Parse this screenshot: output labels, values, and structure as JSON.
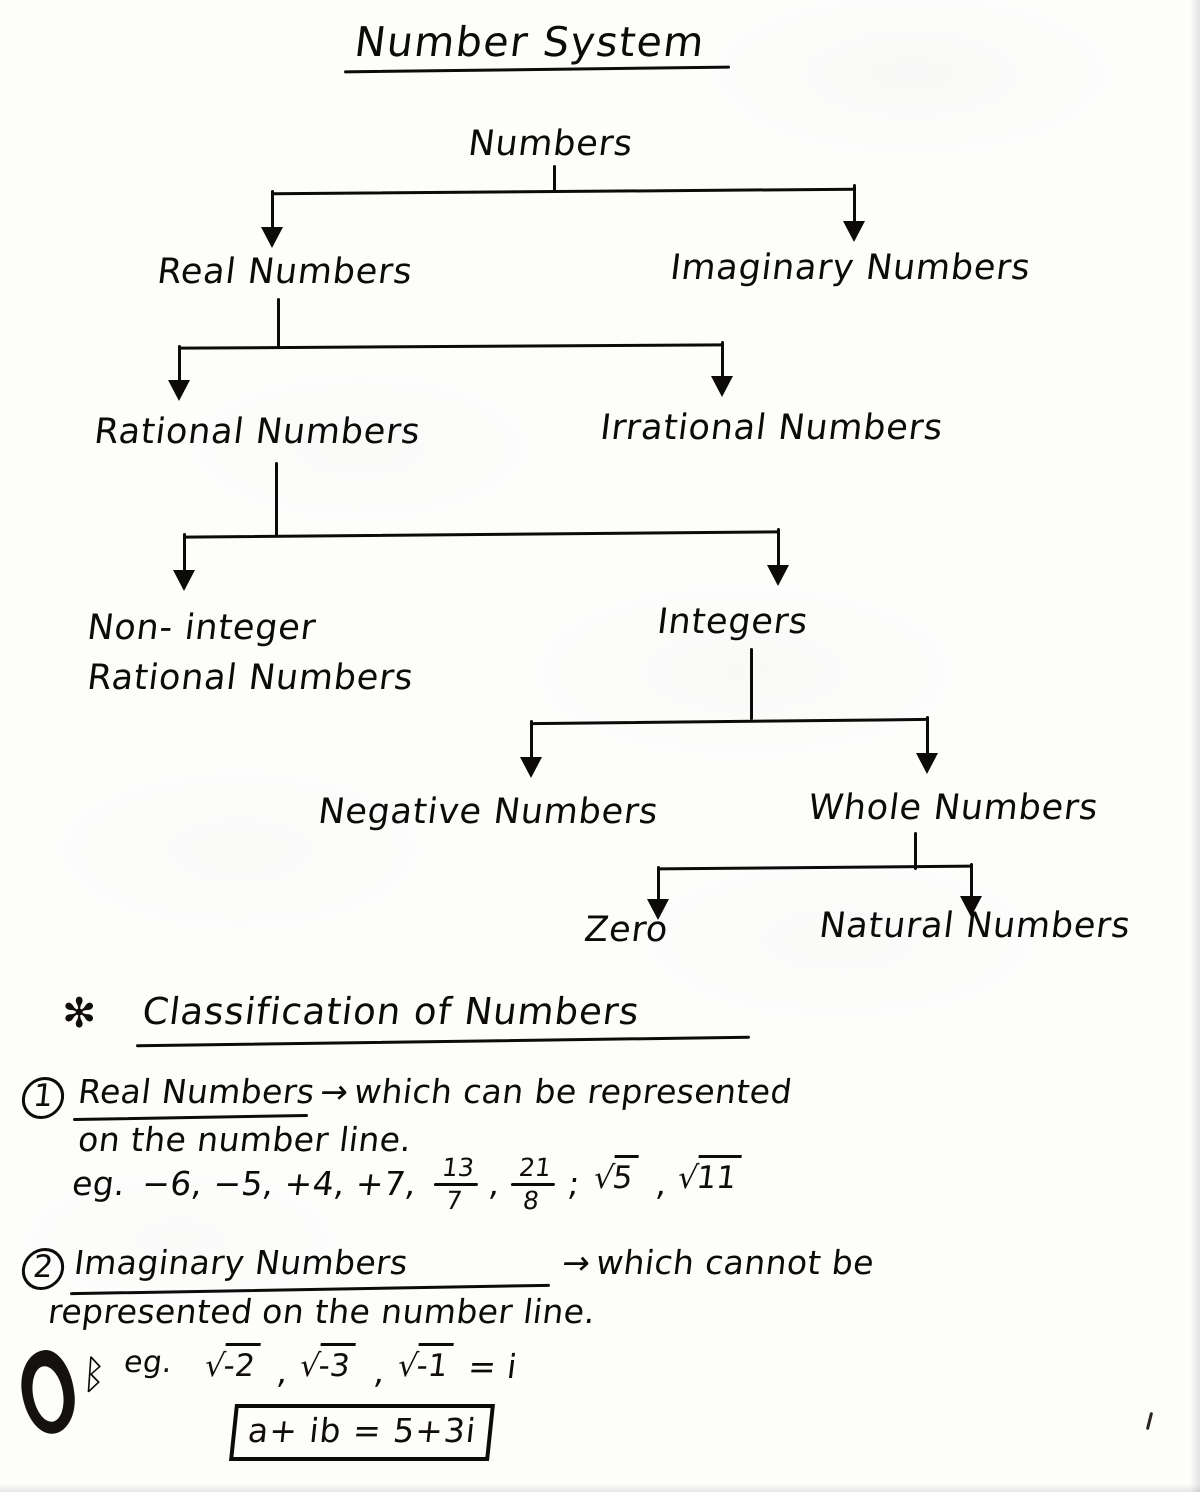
{
  "document": {
    "title": "Number System",
    "ink_color": "#0d0b09",
    "paper_color": "#fdfdfc"
  },
  "tree": {
    "root": "Numbers",
    "level1": {
      "left": "Real Numbers",
      "right": "Imaginary Numbers"
    },
    "level2": {
      "left": "Rational Numbers",
      "right": "Irrational Numbers"
    },
    "level3": {
      "left_line1": "Non- integer",
      "left_line2": "Rational  Numbers",
      "right": "Integers"
    },
    "level4": {
      "left": "Negative Numbers",
      "right": "Whole Numbers"
    },
    "level5": {
      "left": "Zero",
      "right": "Natural Numbers"
    }
  },
  "notes": {
    "star_glyph": "✻",
    "section_heading": "Classification  of  Numbers",
    "items": [
      {
        "marker": "1",
        "term": "Real Numbers",
        "arrow": "→",
        "definition_line1": "which  can  be  represented",
        "definition_line2": "on  the  number  line.",
        "example_label": "eg.",
        "example_plain": "−6, −5, +4, +7,",
        "example_fraction_1": {
          "numerator": "13",
          "denominator": "7"
        },
        "example_fraction_2": {
          "numerator": "21",
          "denominator": "8"
        },
        "example_sep_1": ",",
        "example_sep_2": ";",
        "example_radical_1": "5",
        "example_radical_2": "11",
        "example_radical_sep": ","
      },
      {
        "marker": "2",
        "term": "Imaginary Numbers",
        "arrow": "→",
        "definition_line1": "which  cannot  be",
        "definition_line2": "on  the  number line.",
        "definition_line2_lead": "represented",
        "example_label": "eg.",
        "example_radical_1": "-2",
        "example_radical_2": "-3",
        "example_radical_3": "-1",
        "example_sep_1": ",",
        "example_sep_2": ",",
        "example_tail": "= i",
        "boxed_formula": "a+ ib  =  5+3i"
      }
    ]
  },
  "marks": {
    "blot": "ink-blot",
    "scribble": "overwritten-character",
    "stray_tick": "pen-mark"
  }
}
